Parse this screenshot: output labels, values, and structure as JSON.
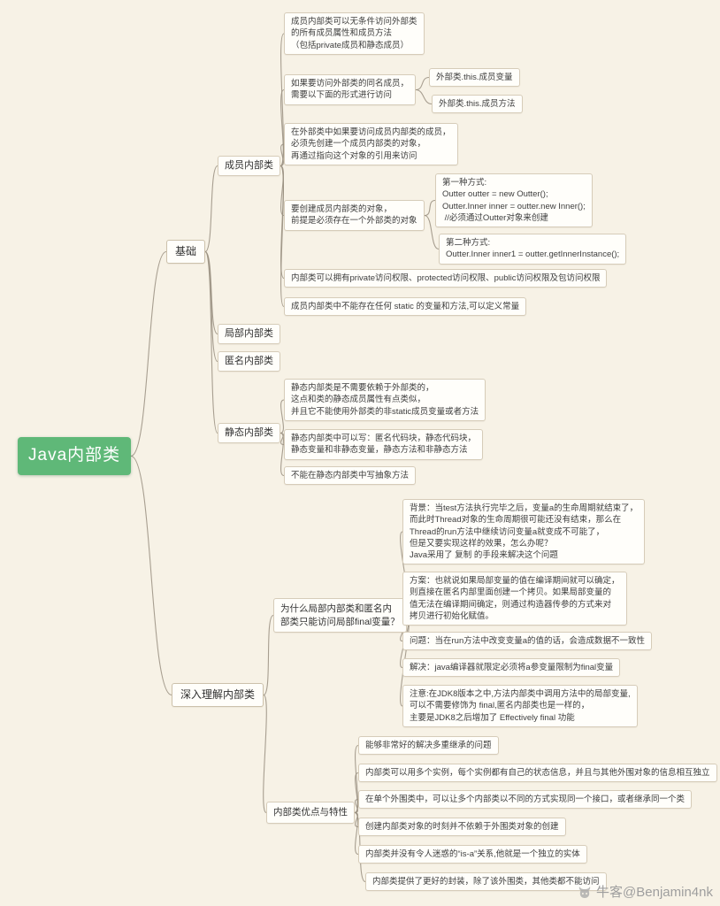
{
  "root": {
    "label": "Java内部类"
  },
  "basics": {
    "label": "基础",
    "member": {
      "label": "成员内部类",
      "access_all": "成员内部类可以无条件访问外部类\n的所有成员属性和成员方法\n（包括private成员和静态成员）",
      "same_name": {
        "label": "如果要访问外部类的同名成员，\n需要以下面的形式进行访问",
        "field": "外部类.this.成员变量",
        "method": "外部类.this.成员方法"
      },
      "outer_access": "在外部类中如果要访问成员内部类的成员，\n必须先创建一个成员内部类的对象，\n再通过指向这个对象的引用来访问",
      "create_object": {
        "label": "要创建成员内部类的对象，\n前提是必须存在一个外部类的对象",
        "way1": "第一种方式:\nOutter outter = new Outter();\nOutter.Inner inner = outter.new Inner();\n //必须通过Outter对象来创建",
        "way2": "第二种方式:\nOutter.Inner inner1 = outter.getInnerInstance();"
      },
      "permissions": "内部类可以拥有private访问权限、protected访问权限、public访问权限及包访问权限",
      "no_static": "成员内部类中不能存在任何 static 的变量和方法,可以定义常量"
    },
    "local": {
      "label": "局部内部类"
    },
    "anonymous": {
      "label": "匿名内部类"
    },
    "static": {
      "label": "静态内部类",
      "independent": "静态内部类是不需要依赖于外部类的，\n这点和类的静态成员属性有点类似，\n并且它不能使用外部类的非static成员变量或者方法",
      "can_write": "静态内部类中可以写：匿名代码块，静态代码块，\n静态变量和非静态变量，静态方法和非静态方法",
      "no_abstract": "不能在静态内部类中写抽象方法"
    }
  },
  "deep": {
    "label": "深入理解内部类",
    "final_question": {
      "label": "为什么局部内部类和匿名内\n部类只能访问局部final变量？",
      "background": "背景：当test方法执行完毕之后，变量a的生命周期就结束了，\n而此时Thread对象的生命周期很可能还没有结束，那么在\nThread的run方法中继续访问变量a就变成不可能了，\n但是又要实现这样的效果，怎么办呢？\nJava采用了 复制 的手段来解决这个问题",
      "solution": "方案：也就说如果局部变量的值在编译期间就可以确定，\n则直接在匿名内部里面创建一个拷贝。如果局部变量的\n值无法在编译期间确定，则通过构造器传参的方式来对\n拷贝进行初始化赋值。",
      "problem": "问题：当在run方法中改变变量a的值的话，会造成数据不一致性",
      "resolve": "解决：java编译器就限定必须将a参变量限制为final变量",
      "note": "注意:在JDK8版本之中,方法内部类中调用方法中的局部变量,\n可以不需要修饰为 final,匿名内部类也是一样的，\n主要是JDK8之后增加了 Effectively final 功能"
    },
    "advantages": {
      "label": "内部类优点与特性",
      "a1": "能够非常好的解决多重继承的问题",
      "a2": "内部类可以用多个实例，每个实例都有自己的状态信息，并且与其他外围对象的信息相互独立",
      "a3": "在单个外围类中，可以让多个内部类以不同的方式实现同一个接口，或者继承同一个类",
      "a4": "创建内部类对象的时刻并不依赖于外围类对象的创建",
      "a5": "内部类并没有令人迷惑的“is-a”关系,他就是一个独立的实体",
      "a6": "内部类提供了更好的封装，除了该外围类，其他类都不能访问"
    }
  },
  "watermark": {
    "label": "牛客@Benjamin4nk"
  },
  "colors": {
    "background": "#f7f2e6",
    "root_bg": "#5fb878",
    "line": "#998f80",
    "node_border": "#d6ccb9"
  }
}
